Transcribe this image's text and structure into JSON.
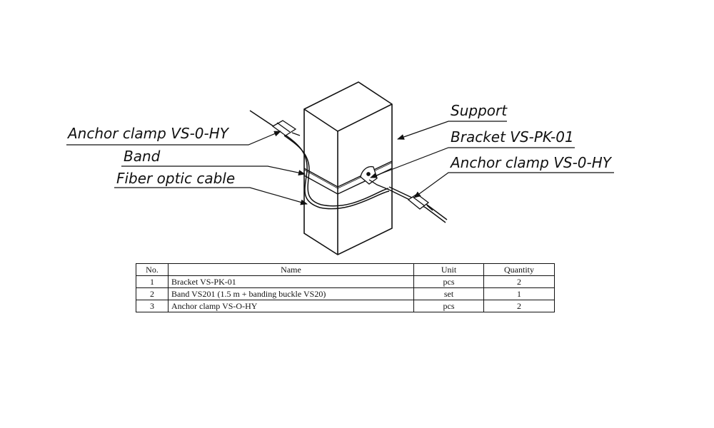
{
  "labels": {
    "support": "Support",
    "bracket": "Bracket VS-PK-01",
    "anchor_clamp_right": "Anchor clamp VS-0-HY",
    "anchor_clamp_left": "Anchor clamp VS-0-HY",
    "band": "Band",
    "fiber_optic_cable": "Fiber optic cable"
  },
  "table": {
    "headers": [
      "No.",
      "Name",
      "Unit",
      "Quantity"
    ],
    "rows": [
      [
        "1",
        "Bracket VS-PK-01",
        "pcs",
        "2"
      ],
      [
        "2",
        "Band VS201 (1.5 m + banding buckle VS20)",
        "set",
        "1"
      ],
      [
        "3",
        "Anchor clamp VS-O-HY",
        "pcs",
        "2"
      ]
    ]
  }
}
